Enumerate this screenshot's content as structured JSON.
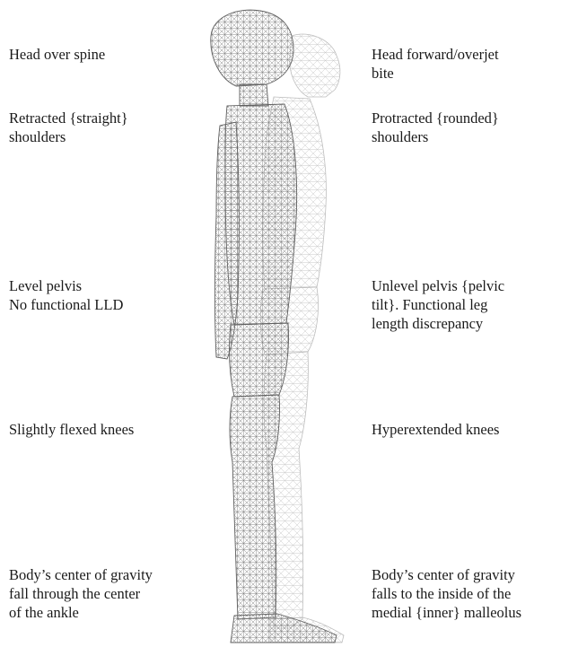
{
  "left_labels": {
    "head": "Head over spine",
    "shoulders": "Retracted {straight}\nshoulders",
    "pelvis": "Level pelvis\nNo functional LLD",
    "knees": "Slightly flexed knees",
    "gravity": "Body’s center of gravity\nfall through the center\nof the ankle"
  },
  "right_labels": {
    "head": "Head forward/overjet\nbite",
    "shoulders": "Protracted {rounded}\nshoulders",
    "pelvis": "Unlevel pelvis {pelvic\ntilt}. Functional leg\nlength discrepancy",
    "knees": "Hyperextended knees",
    "gravity": "Body’s center of gravity\nfalls to the inside of the\nmedial {inner} malleolus"
  },
  "colors": {
    "ideal_mesh": "#6e6e6e",
    "faulty_mesh": "#c4c4c4"
  }
}
